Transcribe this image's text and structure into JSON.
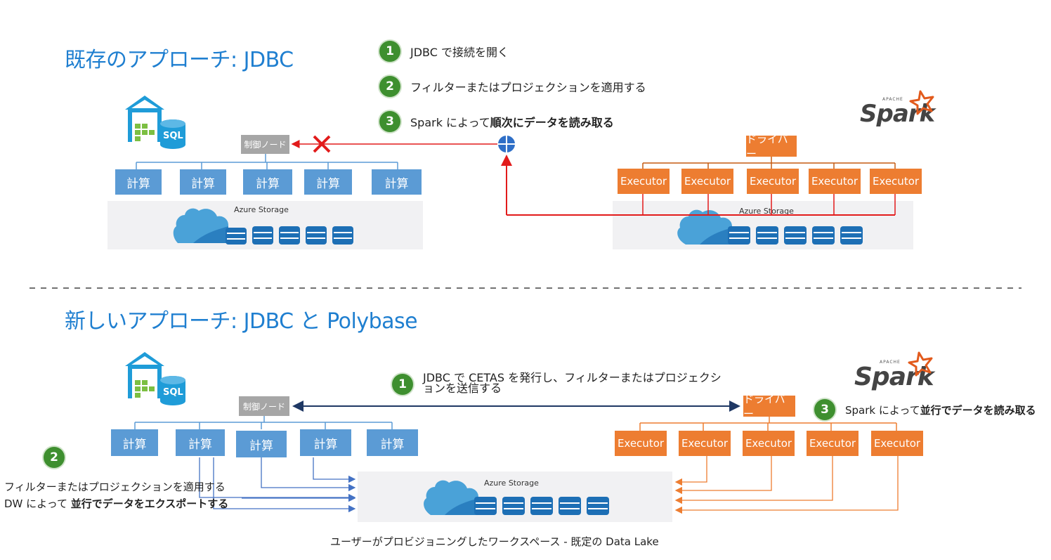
{
  "top": {
    "title": "既存のアプローチ: JDBC",
    "steps": [
      {
        "num": "1",
        "text": "JDBC で接続を開く",
        "bold": ""
      },
      {
        "num": "2",
        "text": "フィルターまたはプロジェクションを適用する",
        "bold": ""
      },
      {
        "num": "3",
        "text": "Spark によって",
        "bold": "順次にデータを読み取る"
      }
    ],
    "control_node": "制御ノード",
    "compute": [
      "計算",
      "計算",
      "計算",
      "計算",
      "計算"
    ],
    "storage_label_left": "Azure Storage",
    "driver": "ドライバー",
    "executors": [
      "Executor",
      "Executor",
      "Executor",
      "Executor",
      "Executor"
    ],
    "storage_label_right": "Azure Storage"
  },
  "bottom": {
    "title": "新しいアプローチ: JDBC と Polybase",
    "step1": {
      "num": "1",
      "line1": "JDBC で CETAS を発行し、フィルターまたはプロジェクシ",
      "line2": "ョンを送信する"
    },
    "step2": {
      "num": "2",
      "line1": "フィルターまたはプロジェクションを適用する",
      "line2_plain": "DW によって",
      "line2_bold": "並行でデータをエクスポートする"
    },
    "step3": {
      "num": "3",
      "text": "Spark によって",
      "bold": "並行でデータを読み取る"
    },
    "control_node": "制御ノード",
    "compute": [
      "計算",
      "計算",
      "計算",
      "計算",
      "計算"
    ],
    "driver": "ドライバー",
    "executors": [
      "Executor",
      "Executor",
      "Executor",
      "Executor",
      "Executor"
    ],
    "storage_label": "Azure Storage",
    "caption": "ユーザーがプロビジョニングしたワークスペース - 既定の Data Lake"
  },
  "logos": {
    "spark_small": "APACHE",
    "spark_word": "Spark",
    "sql_label": "SQL"
  },
  "colors": {
    "title": "#1f7fd0",
    "compute": "#5b9bd5",
    "executor": "#ed7d31",
    "badge": "#3e8f2f",
    "red_line": "#e21b1b",
    "navy_line": "#1f3864"
  }
}
